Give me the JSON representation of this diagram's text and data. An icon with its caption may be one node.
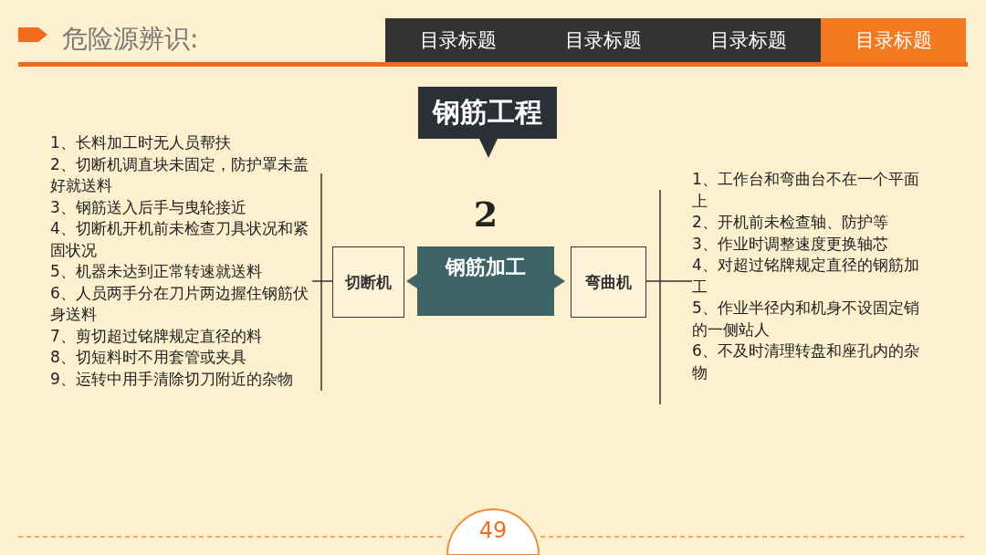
{
  "diagram": {
    "title": "危险源辨识:",
    "nodes": [
      {
        "text": [
          "目录标题"
        ]
      },
      {
        "text": [
          "目录标题"
        ]
      },
      {
        "text": [
          "目录标题"
        ]
      },
      {
        "text": [
          "目录标题"
        ]
      },
      {
        "text": [
          "钢筋工程"
        ]
      },
      {
        "text": [
          "1、长料加工时无人员帮扶",
          "2、切断机调直块未固定，防护罩未盖好就送料",
          "3、钢筋送入后手与曳轮接近",
          "4、切断机开机前未检查刀具状况和紧固状况",
          "5、机器未达到正常转速就送料",
          "6、人员两手分在刀片两边握住钢筋伏身送料",
          "7、剪切超过铭牌规定直径的料",
          "8、切短料时不用套管或夹具",
          "9、运转中用手清除切刀附近的杂物"
        ]
      },
      {
        "text": [
          "切断机"
        ]
      },
      {
        "text": [
          "钢筋加工"
        ],
        "beside": [
          "2"
        ]
      },
      {
        "text": [
          "弯曲机"
        ]
      },
      {
        "text": [
          "1、工作台和弯曲台不在一个平面上",
          "2、开机前未检查轴、防护等",
          "3、作业时调整速度更换轴芯",
          "4、对超过铭牌规定直径的钢筋加工",
          "5、作业半径内和机身不设固定销的一侧站人",
          "6、不及时清理转盘和座孔内的杂物"
        ]
      },
      {
        "text": [
          "49"
        ]
      }
    ],
    "edges": [
      {
        "from": 6,
        "to": 5,
        "arrow": "none"
      },
      {
        "from": 8,
        "to": 9,
        "arrow": "none"
      }
    ]
  }
}
